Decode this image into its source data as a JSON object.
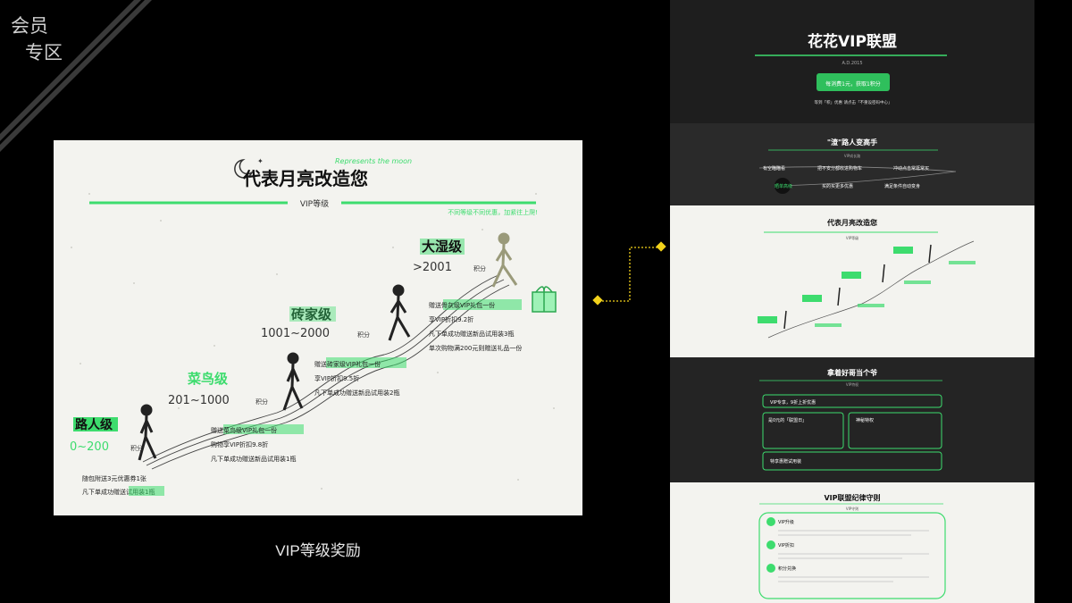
{
  "corner": {
    "line1": "会员",
    "line2": "专区"
  },
  "caption": "VIP等级奖励",
  "colors": {
    "accent": "#3ddc6e",
    "dark_bg": "#1c1c1c",
    "card_bg": "#f3f3ef"
  },
  "main": {
    "deco_script": "Represents the moon",
    "title": "代表月亮改造您",
    "subtitle": "VIP等级",
    "note": "不同等级不同优惠，加紧往上爬!",
    "levels": [
      {
        "name": "路人级",
        "range": "0~200",
        "unit": "积分",
        "perks": [
          "随包附送3元优惠券1张",
          "凡下单成功赠送试用装1瓶"
        ]
      },
      {
        "name": "菜鸟级",
        "range": "201~1000",
        "unit": "积分",
        "perks": [
          "赠送菜鸟级VIP礼包一份",
          "购物享VIP折扣9.8折",
          "凡下单成功赠送新品试用装1瓶"
        ]
      },
      {
        "name": "砖家级",
        "range": "1001~2000",
        "unit": "积分",
        "perks": [
          "赠送砖家级VIP礼包一份",
          "享VIP折扣9.5折",
          "凡下单成功赠送新品试用装2瓶"
        ]
      },
      {
        "name": "大湿级",
        "range": ">2001",
        "unit": "积分",
        "perks": [
          "赠送骨灰级VIP礼包一份",
          "享VIP折扣9.2折",
          "凡下单成功赠送新品试用装3瓶",
          "单次购物满200元则赠送礼品一份"
        ]
      }
    ]
  },
  "strip": {
    "p1": {
      "title": "花花VIP联盟",
      "sub": "A.D.2015",
      "banner": "每消费1元，获取1积分",
      "line": "等到「积」优惠  请点击「不重设密码中心」"
    },
    "p2": {
      "title": "\"渣\"路人变高手",
      "sub": "VIP成长路",
      "items": [
        "有空瞄瞄看",
        "把不安分都收进购物车",
        "冲动点击常逛常买",
        "晒单高级",
        "买的买更多优惠",
        "满足条件自动变身"
      ]
    },
    "p3": {
      "title": "代表月亮改造您",
      "sub": "VIP等级"
    },
    "p4": {
      "title": "拿着好哥当个爷",
      "sub": "VIP特权",
      "tags": [
        "VIP专享，9折上折优惠",
        "是0元的「联盟日」",
        "神秘特权",
        "特享惠赠试用装"
      ]
    },
    "p5": {
      "title": "VIP联盟纪律守则",
      "sub": "VIP守则",
      "rules": [
        "VIP升级",
        "VIP折扣",
        "积分兑换"
      ]
    }
  }
}
